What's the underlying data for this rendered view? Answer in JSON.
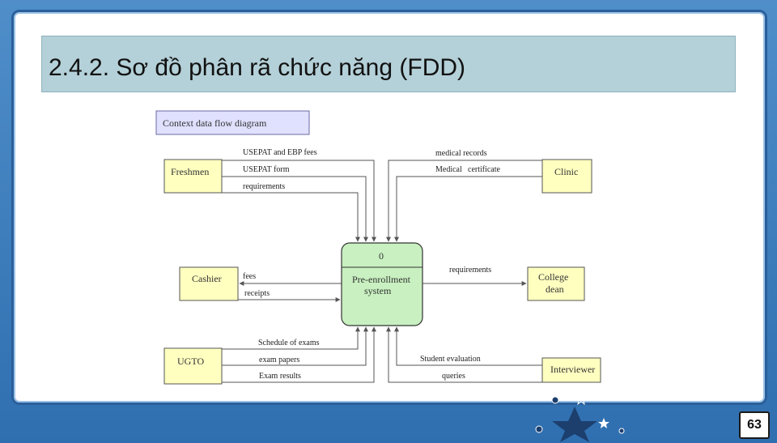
{
  "slide": {
    "title": "2.4.2. Sơ đồ phân rã chức năng (FDD)",
    "page_number": "63"
  },
  "diagram": {
    "heading": "Context data flow diagram",
    "process": {
      "id": "0",
      "name_line1": "Pre-enrollment",
      "name_line2": "system"
    },
    "entities": {
      "freshmen": "Freshmen",
      "clinic": "Clinic",
      "cashier": "Cashier",
      "college_dean_line1": "College",
      "college_dean_line2": "dean",
      "ugto": "UGTO",
      "interviewer": "Interviewer"
    },
    "flows": {
      "usepat_fees": "USEPAT and EBP fees",
      "usepat_form": "USEPAT form",
      "requirements_in": "requirements",
      "medical_records": "medical records",
      "medical_cert_a": "Medical",
      "medical_cert_b": "certificate",
      "fees": "fees",
      "receipts": "receipts",
      "requirements_out": "requirements",
      "schedule_exams": "Schedule of exams",
      "exam_papers": "exam papers",
      "exam_results": "Exam results",
      "student_eval": "Student evaluation",
      "queries": "queries"
    }
  },
  "colors": {
    "entity_fill": "#ffffc0",
    "process_fill": "#c8f0c0",
    "heading_fill": "#e0e0ff",
    "background": "#2f6fb0"
  }
}
